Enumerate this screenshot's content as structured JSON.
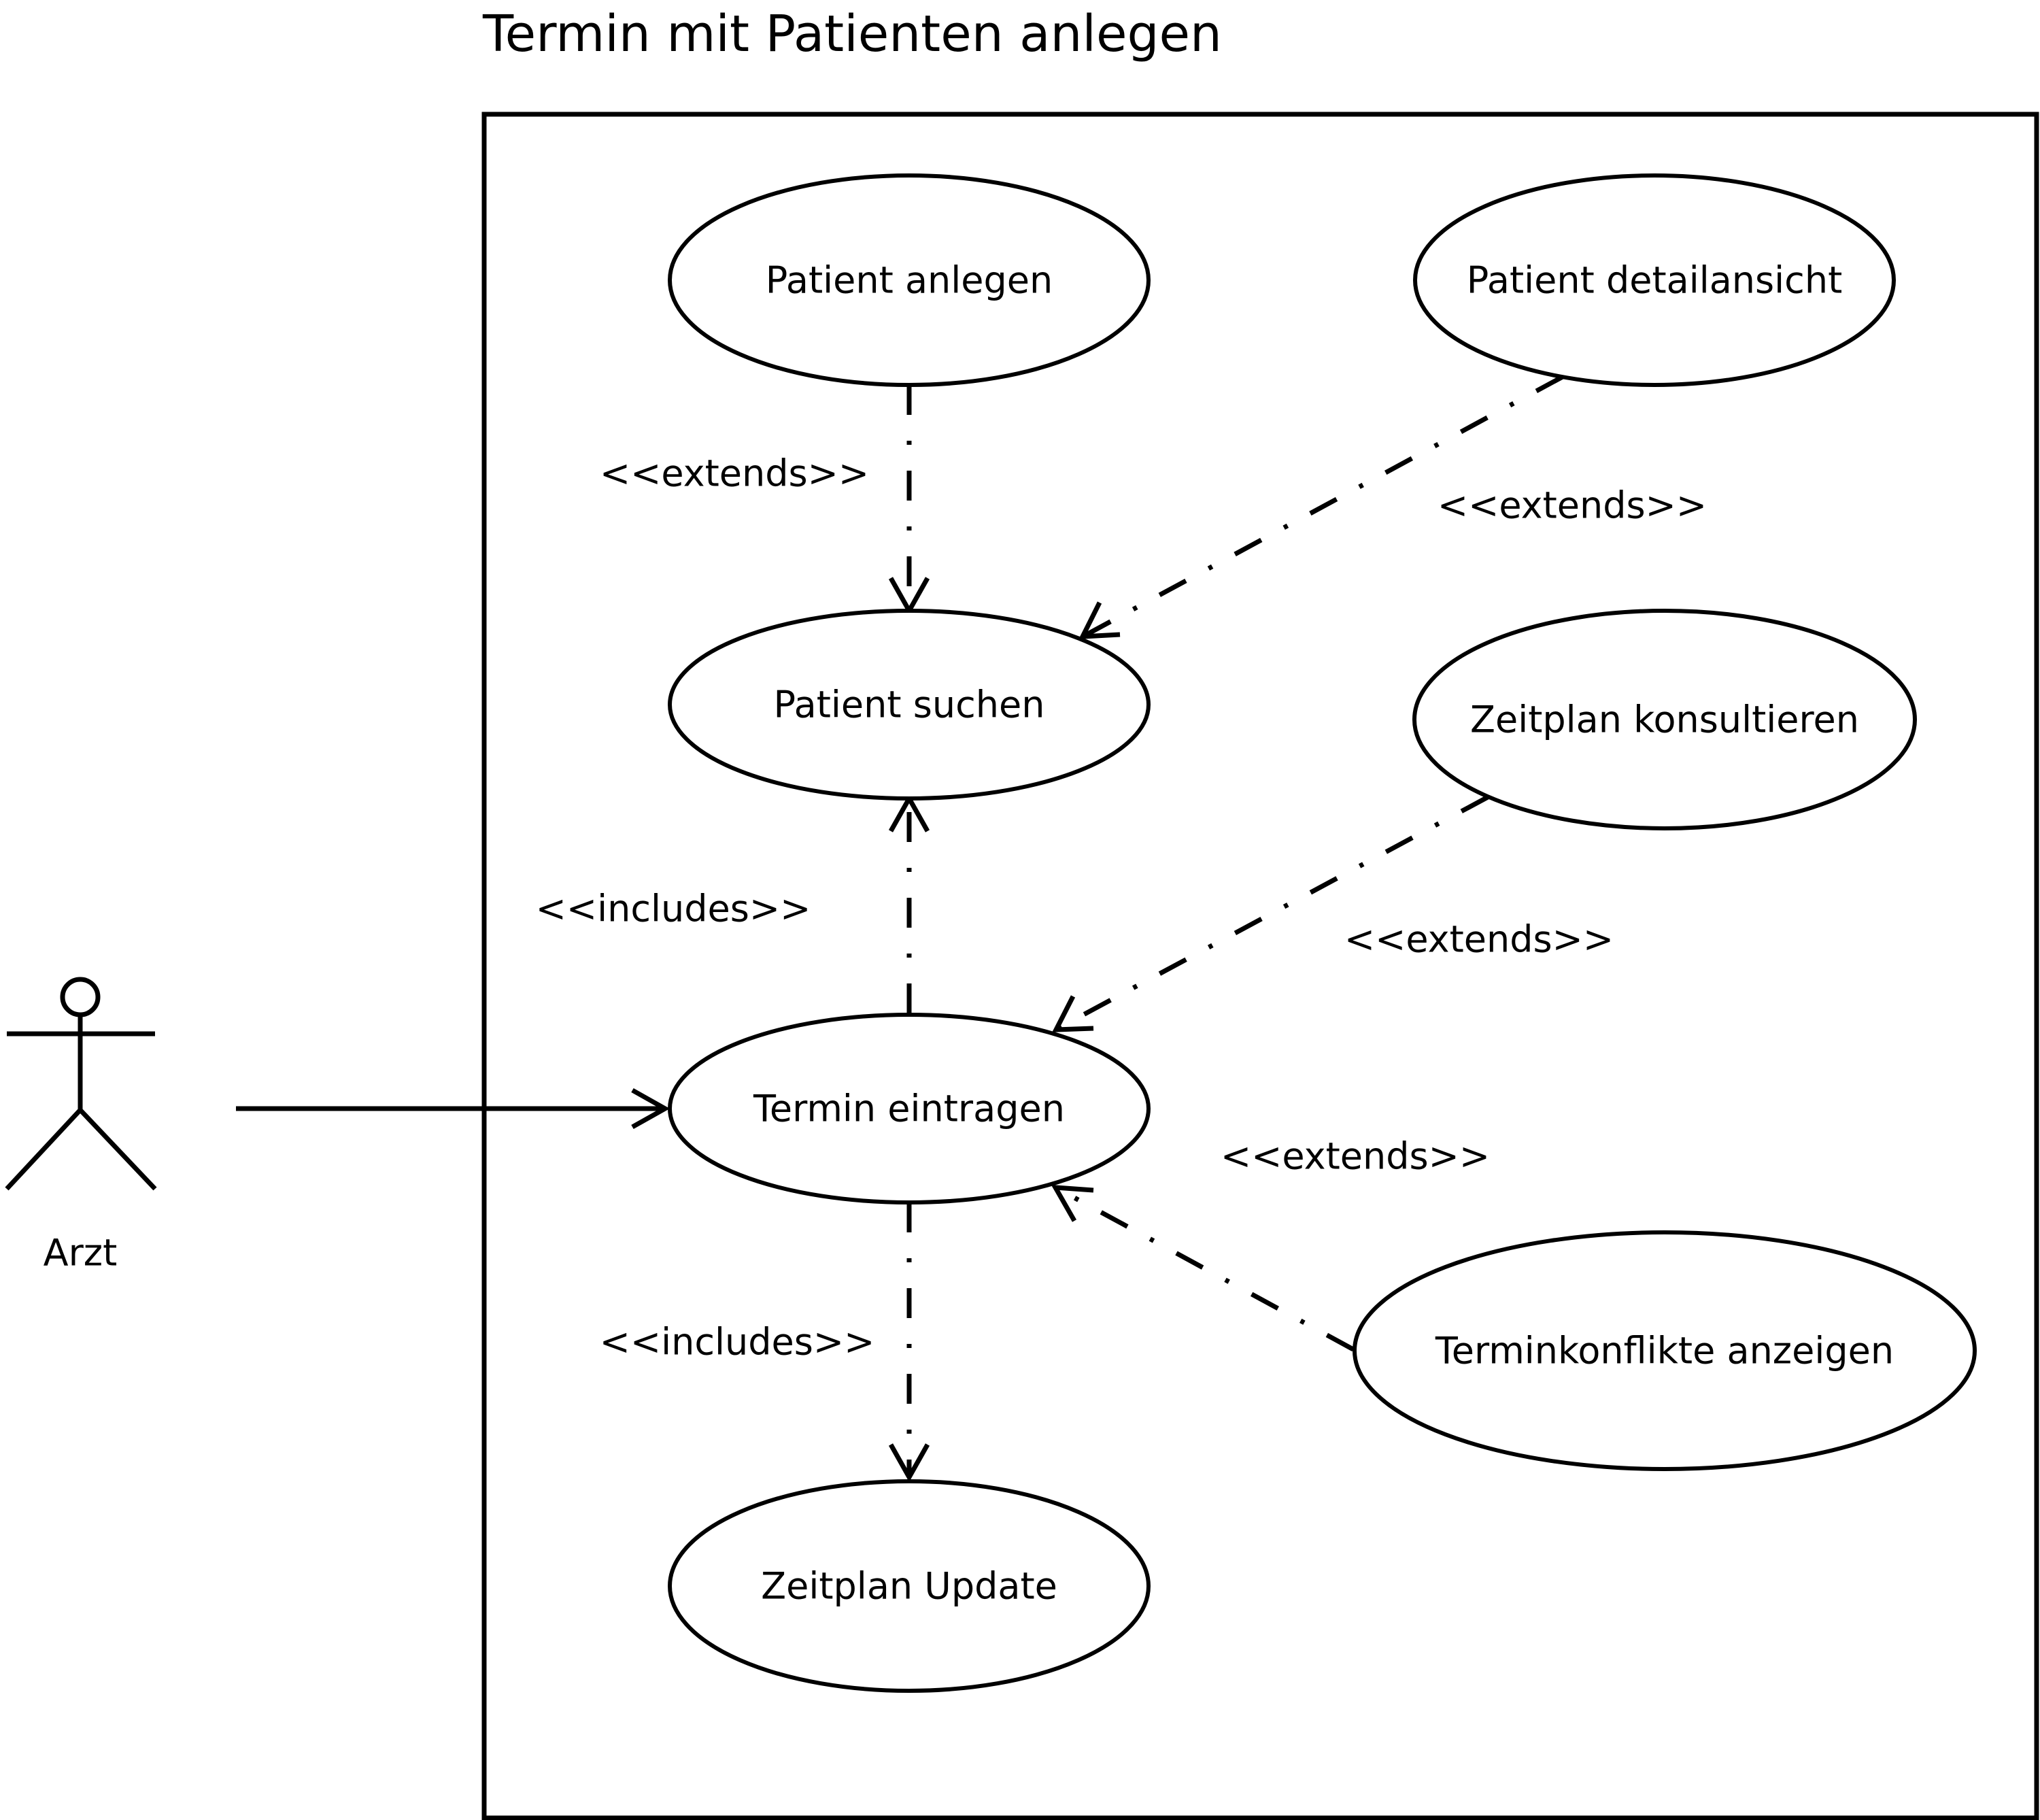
{
  "title": "Termin mit Patienten anlegen",
  "actor": {
    "label": "Arzt"
  },
  "use_cases": {
    "patient_anlegen": "Patient anlegen",
    "patient_detailansicht": "Patient detailansicht",
    "patient_suchen": "Patient suchen",
    "zeitplan_konsultieren": "Zeitplan konsultieren",
    "termin_eintragen": "Termin eintragen",
    "terminkonflikte_anzeigen": "Terminkonflikte anzeigen",
    "zeitplan_update": "Zeitplan Update"
  },
  "relations": {
    "anlegen_extends_suchen": "<<extends>>",
    "detailansicht_extends_suchen": "<<extends>>",
    "eintragen_includes_suchen": "<<includes>>",
    "konsultieren_extends_eintragen": "<<extends>>",
    "konflikte_extends_eintragen": "<<extends>>",
    "eintragen_includes_update": "<<includes>>"
  }
}
